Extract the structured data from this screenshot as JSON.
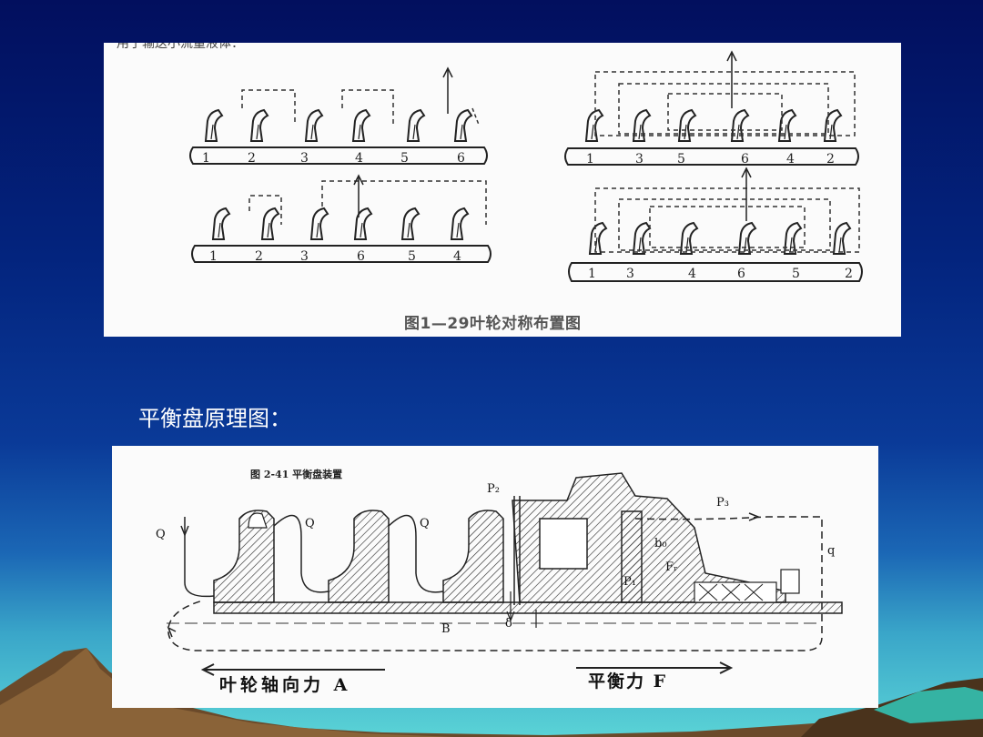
{
  "top_figure": {
    "title_cropped": "用于输送小流量液体：",
    "caption": "图1—29叶轮对称布置图",
    "diagram_a_numbers": [
      "1",
      "2",
      "3",
      "4",
      "5",
      "6"
    ],
    "diagram_b_numbers": [
      "1",
      "3",
      "5",
      "6",
      "4",
      "2"
    ],
    "diagram_c_numbers": [
      "1",
      "2",
      "3",
      "6",
      "5",
      "4"
    ],
    "diagram_d_numbers": [
      "1",
      "3",
      "4",
      "6",
      "5",
      "2"
    ]
  },
  "section_label": "平衡盘原理图：",
  "bottom_figure": {
    "title": "图 2-41  平衡盘装置",
    "labels": {
      "q1": "Q",
      "q2": "Q",
      "q3": "Q",
      "q4": "q",
      "p2": "P₂",
      "p3": "P₃",
      "pn": "P₁",
      "fr": "Fᵣ",
      "b": "B",
      "b0": "b₀",
      "delta": "δ"
    },
    "force_a": "叶轮轴向力 A",
    "force_f": "平衡力 F"
  },
  "colors": {
    "background_top": "#020f5e",
    "panel": "#fbfbfb",
    "label_text": "#ffffff"
  }
}
